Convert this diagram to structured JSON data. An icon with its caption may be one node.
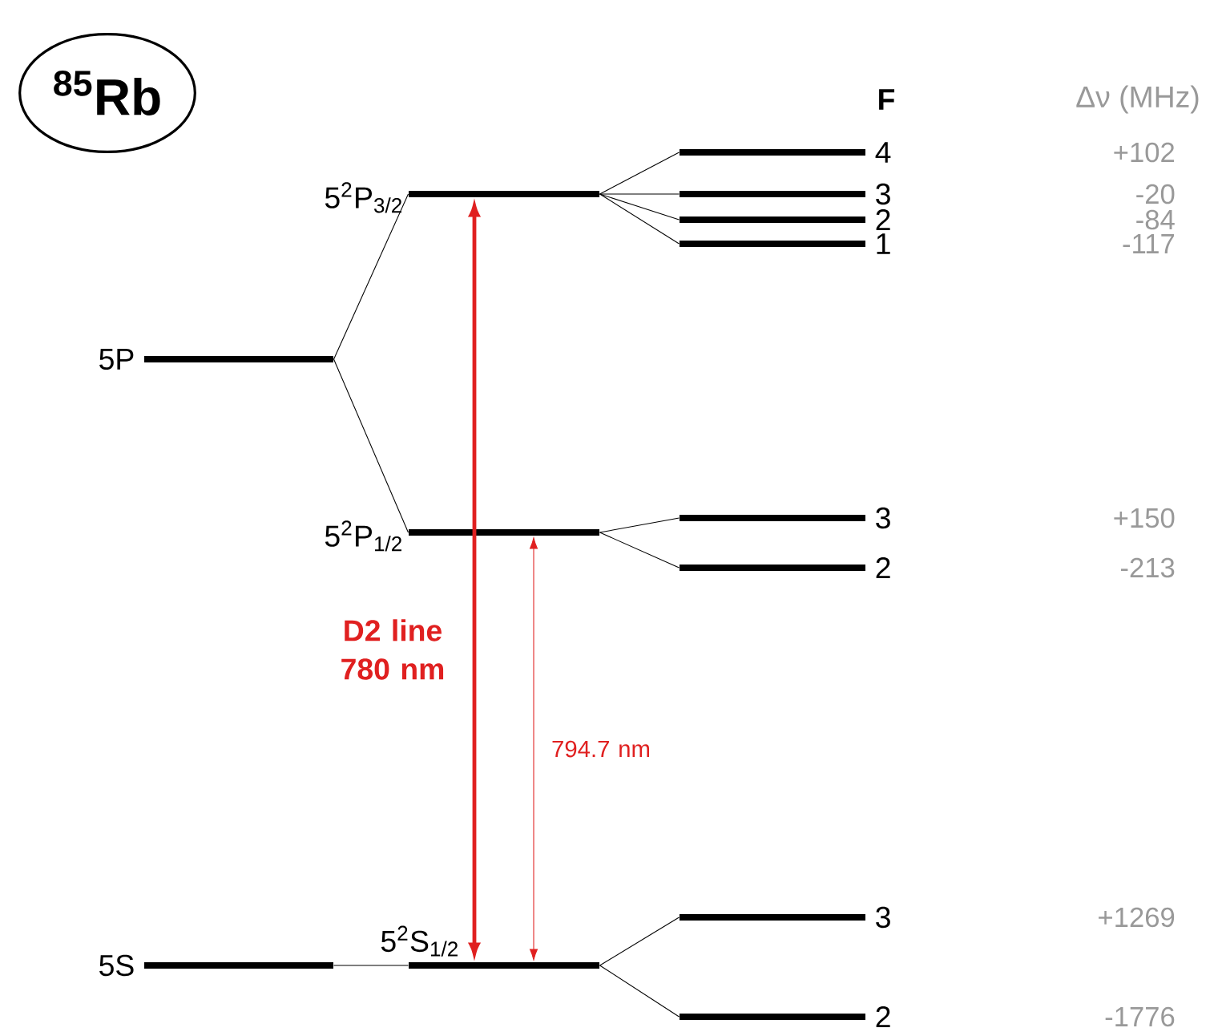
{
  "diagram": {
    "nodes": [
      {
        "text": [
          "$^{85}$Rb"
        ]
      },
      {
        "text": [
          "5P"
        ]
      },
      {
        "text": [
          "5$^{2}$P$_{3/2}$"
        ]
      },
      {
        "text": [
          "5$^{2}$P$_{1/2}$"
        ]
      },
      {
        "text": [
          "5S"
        ]
      },
      {
        "text": [
          "5$^{2}$S$_{1/2}$"
        ]
      },
      {
        "text": [
          "4"
        ]
      },
      {
        "text": [
          "3"
        ]
      },
      {
        "text": [
          "2"
        ]
      },
      {
        "text": [
          "1"
        ]
      },
      {
        "text": [
          "3"
        ]
      },
      {
        "text": [
          "2"
        ]
      },
      {
        "text": [
          "3"
        ]
      },
      {
        "text": [
          "2"
        ]
      }
    ],
    "edges": [
      {
        "from": 1,
        "to": 2,
        "arrow": "none"
      },
      {
        "from": 1,
        "to": 3,
        "arrow": "none"
      },
      {
        "from": 4,
        "to": 5,
        "arrow": "none"
      },
      {
        "from": 2,
        "to": 6,
        "arrow": "none"
      },
      {
        "from": 2,
        "to": 7,
        "arrow": "none"
      },
      {
        "from": 2,
        "to": 8,
        "arrow": "none"
      },
      {
        "from": 2,
        "to": 9,
        "arrow": "none"
      },
      {
        "from": 3,
        "to": 10,
        "arrow": "none"
      },
      {
        "from": 3,
        "to": 11,
        "arrow": "none"
      },
      {
        "from": 5,
        "to": 12,
        "arrow": "none"
      },
      {
        "from": 5,
        "to": 13,
        "arrow": "none"
      },
      {
        "from": 5,
        "to": 2,
        "arrow": "both",
        "label": "D2 line 780 nm",
        "style": "thick",
        "color": "#e02020"
      },
      {
        "from": 5,
        "to": 3,
        "arrow": "both",
        "label": "794.7 nm",
        "color": "#e02020"
      }
    ],
    "labels": [
      "F",
      "Δν (MHz)",
      "+102",
      "-20",
      "-84",
      "-117",
      "+150",
      "-213",
      "+1269",
      "-1776"
    ]
  }
}
